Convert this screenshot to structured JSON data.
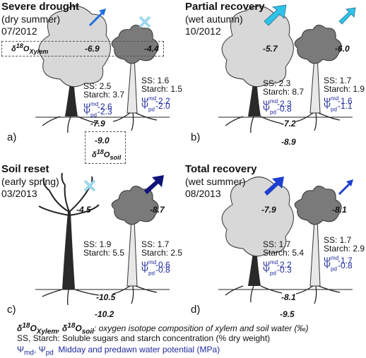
{
  "panels": {
    "a": {
      "title": "Severe drought",
      "subtitle": "(dry summer)",
      "date": "07/2012",
      "letter": "a)",
      "status_icon": "arrow-up-right-small",
      "xylem_oak": "-6.9",
      "xylem_pine": "-4.4",
      "soil_shallow": "-7.9",
      "soil_deep": "-9.0",
      "oak": {
        "ss": "SS: 2.5",
        "starch": "Starch: 3.7",
        "psi_md": "-2.6",
        "psi_pd": "-2.3"
      },
      "pine": {
        "ss": "SS: 1.6",
        "starch": "Starch: 1.5",
        "psi_md": "-2.2",
        "psi_pd": "-2.0"
      }
    },
    "b": {
      "title": "Partial recovery",
      "subtitle": "(wet autumn)",
      "date": "10/2012",
      "letter": "b)",
      "xylem_oak": "-5.7",
      "xylem_pine": "-6.0",
      "soil_shallow": "-7.2",
      "soil_deep": "-8.9",
      "oak": {
        "ss": "SS: 2.3",
        "starch": "Starch: 8.7",
        "psi_md": "-2.3",
        "psi_pd": "-0.8"
      },
      "pine": {
        "ss": "SS: 1.7",
        "starch": "Starch: 1.9",
        "psi_md": "-1.6",
        "psi_pd": "-1.1"
      }
    },
    "c": {
      "title": "Soil reset",
      "subtitle": "(early spring)",
      "date": "03/2013",
      "letter": "c)",
      "xylem_oak": "-4.5",
      "xylem_pine": "-8.7",
      "soil_shallow": "-10.5",
      "soil_deep": "-10.2",
      "oak": {
        "ss": "SS: 1.9",
        "starch": "Starch: 5.5"
      },
      "pine": {
        "ss": "SS: 1.7",
        "starch": "Starch: 2.5",
        "psi_md": "-0.6",
        "psi_pd": "-0.8"
      }
    },
    "d": {
      "title": "Total recovery",
      "subtitle": "(wet summer)",
      "date": "08/2013",
      "letter": "d)",
      "xylem_oak": "-7.9",
      "xylem_pine": "-8.1",
      "soil_shallow": "-8.1",
      "soil_deep": "-9.5",
      "oak": {
        "ss": "SS: 1.7",
        "starch": "Starch: 5.4",
        "psi_md": "-2.2",
        "psi_pd": "-0.3"
      },
      "pine": {
        "ss": "SS: 1.7",
        "starch": "Starch: 2.9",
        "psi_md": "-1.7",
        "psi_pd": "-0.8"
      }
    }
  },
  "annotations": {
    "xylem_label": "δ18OXylem",
    "soil_label": "δ18Osoil",
    "psi_md_label": "Ψmd",
    "psi_pd_label": "Ψpd"
  },
  "legend": {
    "line1": "δ18OXylem, δ18Osoil: oxygen isotope composition of xylem and soil water (‰)",
    "line2": "SS, Starch: Soluble sugars and starch concentration (% dry weight)",
    "line3": "Ψmd, Ψpd  Midday and predawn water potential (MPa)"
  },
  "colors": {
    "oak_canopy": "#d8d8d8",
    "pine_canopy": "#7a7a7a",
    "arrow_light": "#2ec4ea",
    "arrow_blue": "#1f6fe0",
    "arrow_dark": "#10137a",
    "cross": "#9fd8ee",
    "psi_text": "#1f2a9e"
  }
}
